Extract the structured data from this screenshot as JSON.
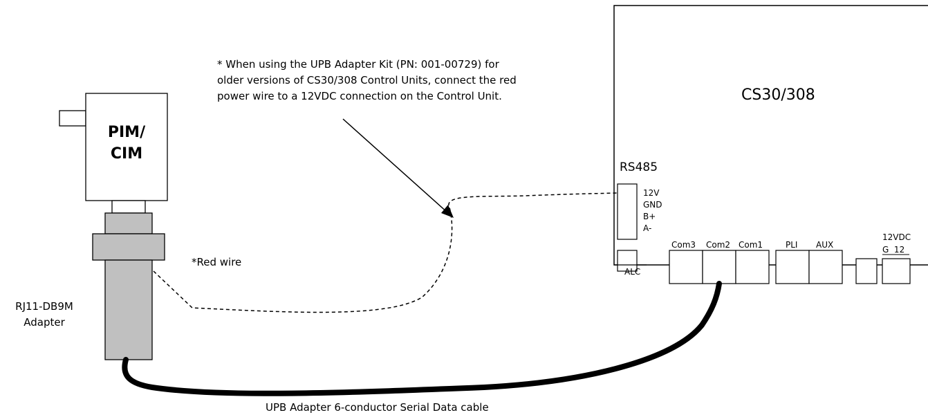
{
  "note": {
    "line1": "* When using the UPB Adapter Kit (PN: 001-00729) for",
    "line2": "older versions of CS30/308 Control Units, connect the red",
    "line3": "power wire to a 12VDC connection on the Control Unit."
  },
  "pim": {
    "line1": "PIM/",
    "line2": "CIM"
  },
  "adapter": {
    "line1": "RJ11-DB9M",
    "line2": "Adapter"
  },
  "red_wire": "*Red wire",
  "cable": "UPB Adapter 6-conductor Serial Data cable",
  "control_unit": {
    "title": "CS30/308",
    "rs485": "RS485",
    "pins": [
      "12V",
      "GND",
      "B+",
      "A-"
    ],
    "alc": "ALC",
    "ports": [
      "Com3",
      "Com2",
      "Com1",
      "PLI",
      "AUX"
    ],
    "power_label": "12VDC",
    "power_pins": "G  12"
  },
  "colors": {
    "adapter_fill": "#c0c0c0",
    "line": "#000000"
  }
}
